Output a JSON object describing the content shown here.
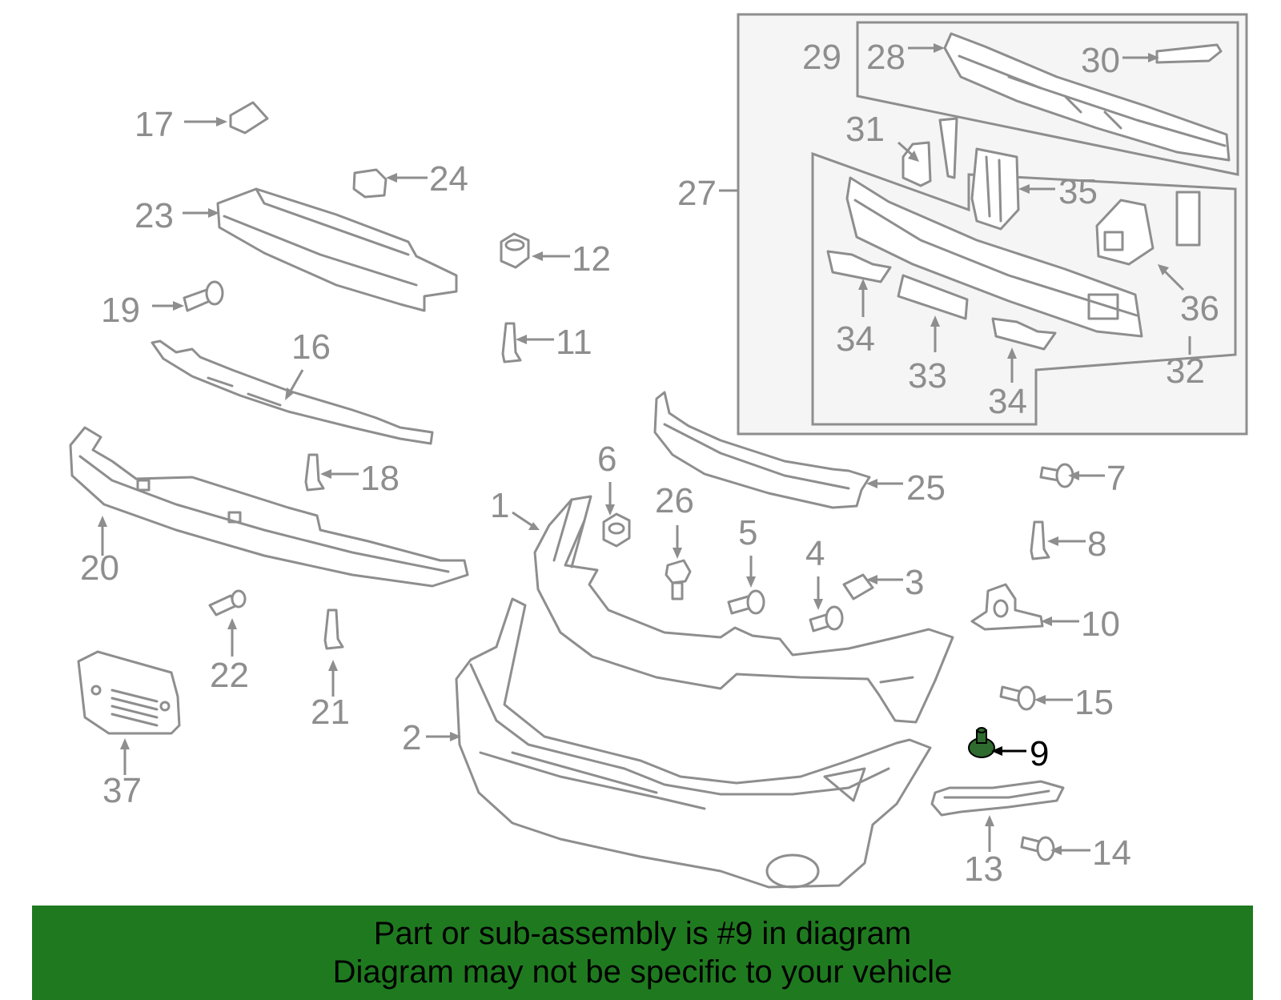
{
  "callouts": {
    "c1": "1",
    "c2": "2",
    "c3": "3",
    "c4": "4",
    "c5": "5",
    "c6": "6",
    "c7": "7",
    "c8": "8",
    "c9": "9",
    "c10": "10",
    "c11": "11",
    "c12": "12",
    "c13": "13",
    "c14": "14",
    "c15": "15",
    "c16": "16",
    "c17": "17",
    "c18": "18",
    "c19": "19",
    "c20": "20",
    "c21": "21",
    "c22": "22",
    "c23": "23",
    "c24": "24",
    "c25": "25",
    "c26": "26",
    "c27": "27",
    "c28": "28",
    "c29": "29",
    "c30": "30",
    "c31": "31",
    "c32": "32",
    "c33": "33",
    "c34a": "34",
    "c34b": "34",
    "c35": "35",
    "c36": "36",
    "c37": "37"
  },
  "highlighted_part": "9",
  "colors": {
    "line": "#8e8e8e",
    "highlight_part": "#2f6b2f",
    "banner_background": "#1f7a1f",
    "banner_text": "#000000"
  },
  "banner": {
    "line1": "Part or sub-assembly is #9 in diagram",
    "line2": "Diagram may not be specific to your vehicle"
  }
}
